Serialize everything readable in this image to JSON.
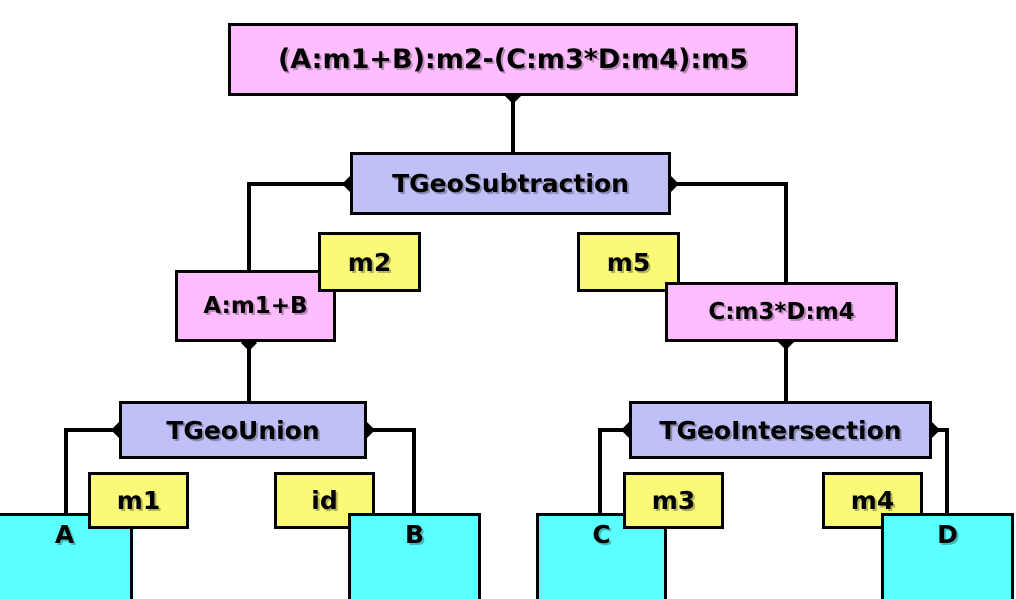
{
  "diagram": {
    "title_expression": "(A:m1+B):m2-(C:m3*D:m4):m5",
    "colors": {
      "expression_box": "#ffbdff",
      "operation_box": "#c0c0f8",
      "shape_box": "#5cffff",
      "matrix_box": "#fafa78",
      "outline": "#000000",
      "background": "#ffffff"
    },
    "nodes": {
      "root_expression": "(A:m1+B):m2-(C:m3*D:m4):m5",
      "root_operation": "TGeoSubtraction",
      "left_expression": "A:m1+B",
      "left_matrix": "m2",
      "right_expression": "C:m3*D:m4",
      "right_matrix": "m5",
      "left_operation": "TGeoUnion",
      "right_operation": "TGeoIntersection",
      "shape_a": "A",
      "shape_b": "B",
      "shape_c": "C",
      "shape_d": "D",
      "matrix_a": "m1",
      "matrix_b": "id",
      "matrix_c": "m3",
      "matrix_d": "m4"
    }
  }
}
